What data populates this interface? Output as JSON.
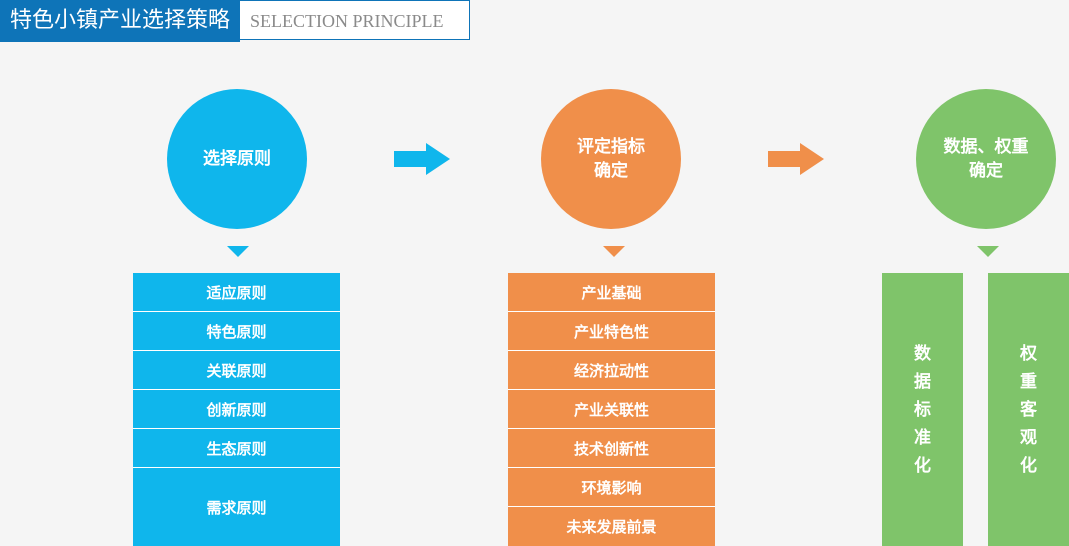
{
  "header": {
    "title_cn": "特色小镇产业选择策略",
    "title_en": "SELECTION PRINCIPLE"
  },
  "steps": [
    {
      "label": "选择原则"
    },
    {
      "label": "评定指标\n确定"
    },
    {
      "label": "数据、权重\n确定"
    }
  ],
  "principles": [
    "适应原则",
    "特色原则",
    "关联原则",
    "创新原则",
    "生态原则",
    "需求原则"
  ],
  "indicators": [
    "产业基础",
    "产业特色性",
    "经济拉动性",
    "产业关联性",
    "技术创新性",
    "环境影响",
    "未来发展前景"
  ],
  "data_methods": [
    "数据标准化",
    "权重客观化"
  ],
  "colors": {
    "blue": "#0fb6ec",
    "orange": "#f08f4a",
    "green": "#7fc46a",
    "header": "#0e74b8"
  }
}
